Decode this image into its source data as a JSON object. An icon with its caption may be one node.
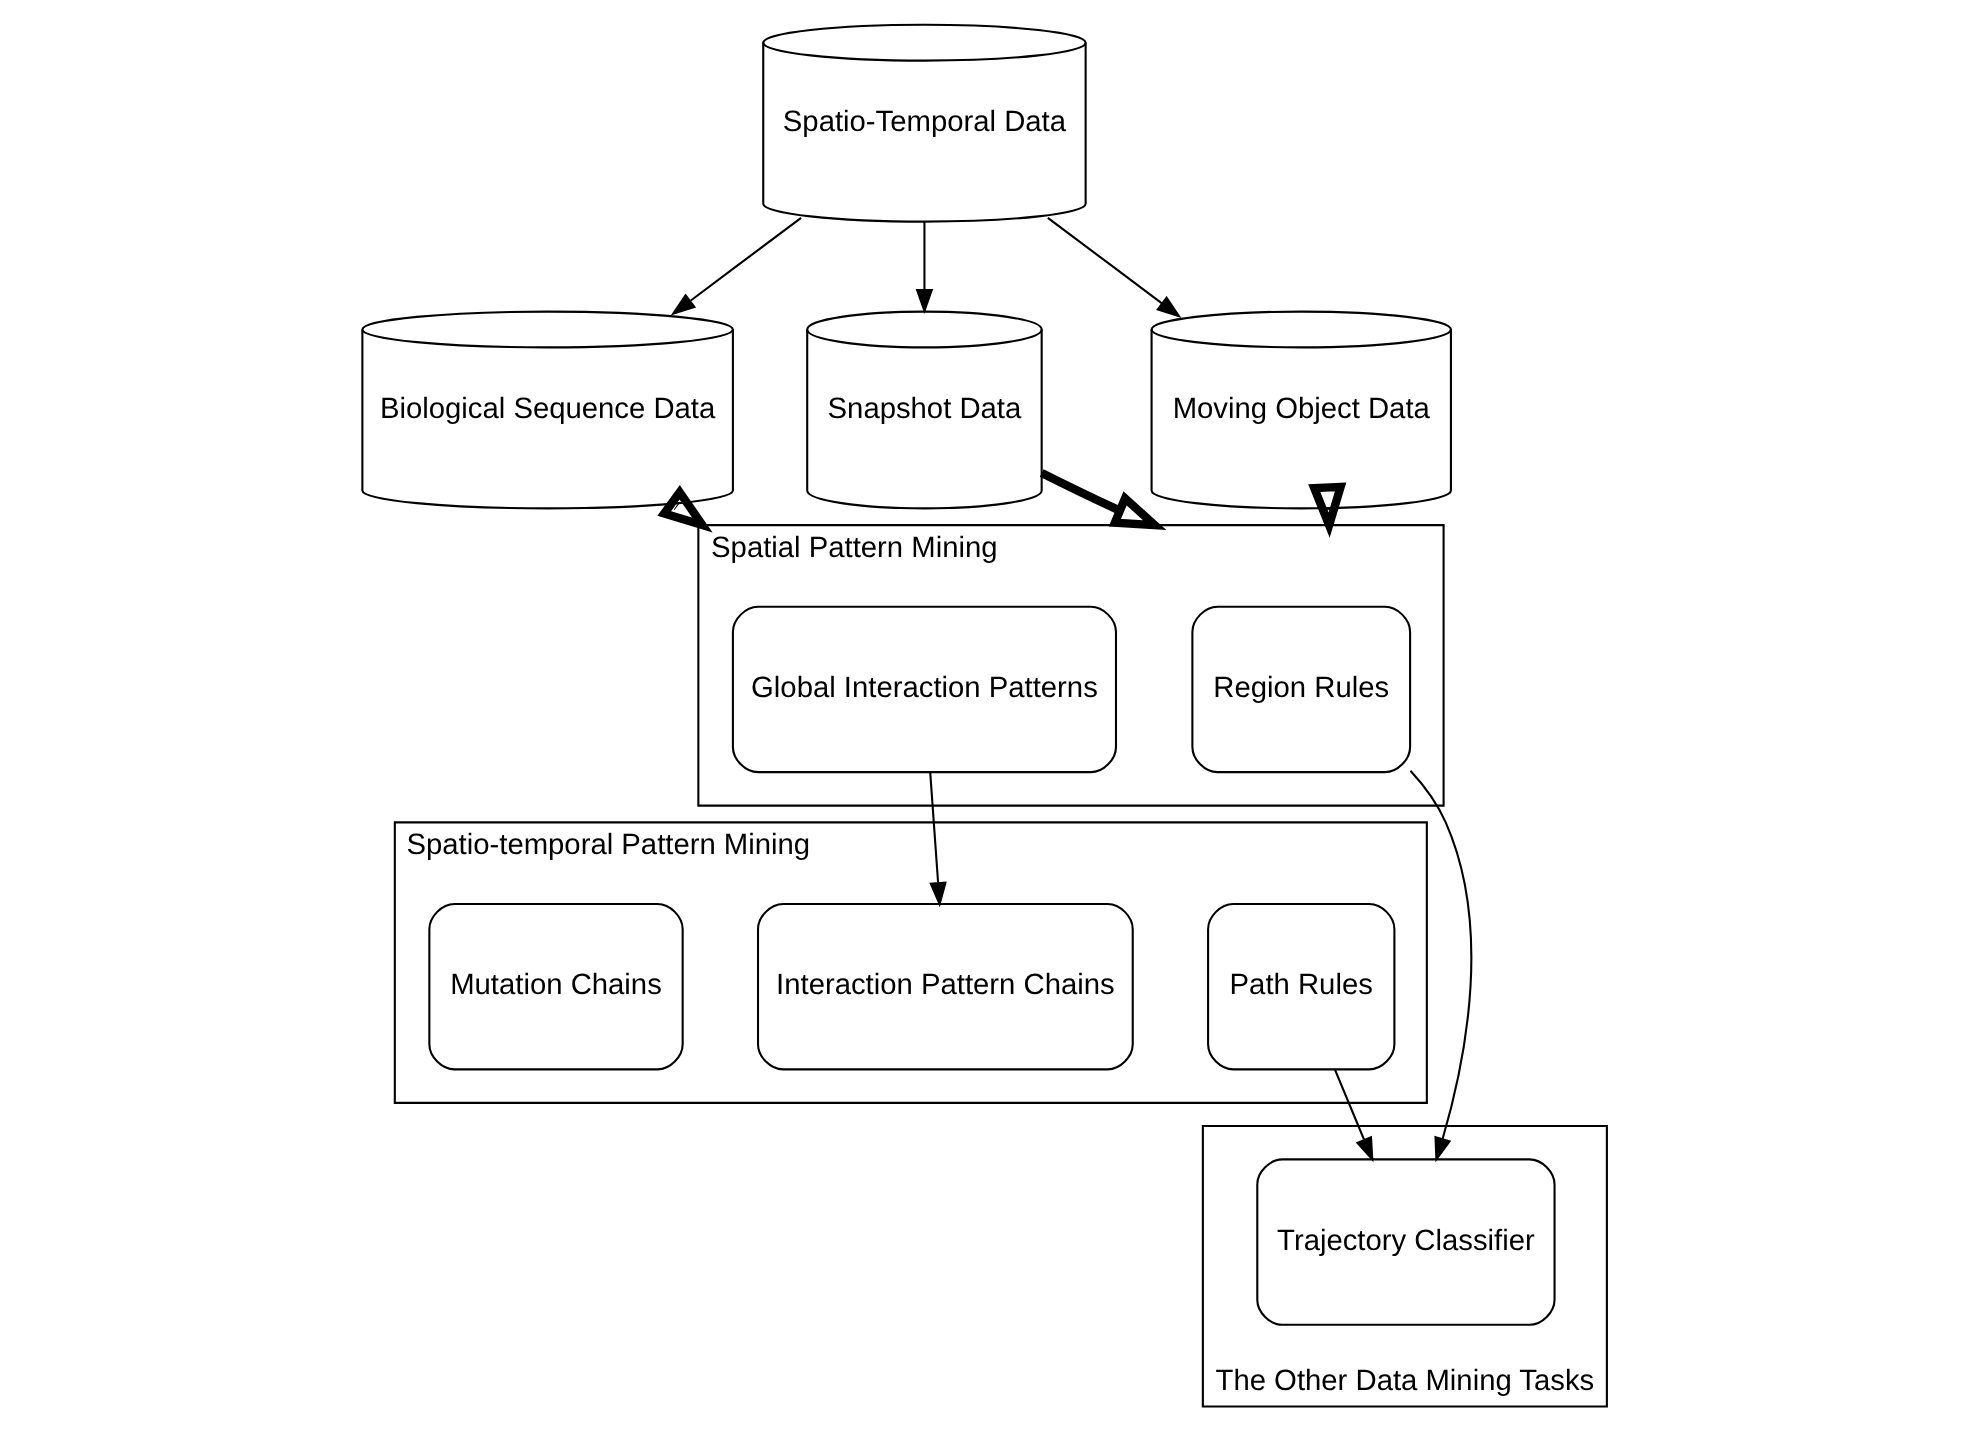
{
  "diagram": {
    "nodes": [
      {
        "text": [
          "Spatio-Temporal Data"
        ]
      },
      {
        "text": [
          "Biological Sequence Data"
        ]
      },
      {
        "text": [
          "Snapshot Data"
        ]
      },
      {
        "text": [
          "Moving Object Data"
        ]
      },
      {
        "text": [
          "Spatial Pattern Mining"
        ]
      },
      {
        "text": [
          "Global Interaction Patterns"
        ],
        "in": 4
      },
      {
        "text": [
          "Region Rules"
        ],
        "in": 4
      },
      {
        "text": [
          "Spatio-temporal Pattern Mining"
        ]
      },
      {
        "text": [
          "Mutation Chains"
        ],
        "in": 7
      },
      {
        "text": [
          "Interaction Pattern Chains"
        ],
        "in": 7
      },
      {
        "text": [
          "Path Rules"
        ],
        "in": 7
      },
      {
        "text": [
          "The Other Data Mining Tasks"
        ]
      },
      {
        "text": [
          "Trajectory Classifier"
        ],
        "in": 11
      }
    ],
    "edges": [
      {
        "from": 0,
        "to": 1,
        "arrow": "to"
      },
      {
        "from": 0,
        "to": 2,
        "arrow": "to"
      },
      {
        "from": 0,
        "to": 3,
        "arrow": "to"
      },
      {
        "from": 1,
        "to": 4,
        "arrow": "to",
        "style": "thick"
      },
      {
        "from": 2,
        "to": 4,
        "arrow": "to",
        "style": "thick"
      },
      {
        "from": 3,
        "to": 4,
        "arrow": "to",
        "style": "thick"
      },
      {
        "from": 5,
        "to": 9,
        "arrow": "to"
      },
      {
        "from": 6,
        "to": 12,
        "arrow": "to"
      },
      {
        "from": 10,
        "to": 12,
        "arrow": "to"
      }
    ]
  }
}
